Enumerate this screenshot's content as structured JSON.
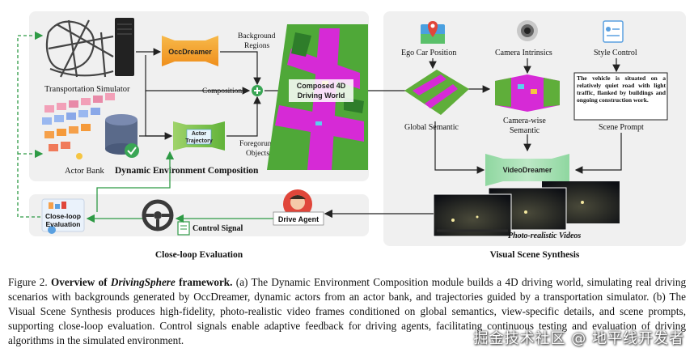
{
  "figure": {
    "panel_a": {
      "title": "Dynamic Environment Composition",
      "transportation_simulator": "Transportation Simulator",
      "actor_bank": "Actor Bank",
      "occdreamer": "OccDreamer",
      "background_line1": "Background",
      "background_line2": "Regions",
      "composition": "Composition",
      "actor_trajectory_line1": "Actor",
      "actor_trajectory_line2": "Trajectory",
      "foreground_line1": "Foregorund",
      "foreground_line2": "Objects",
      "world_line1": "Composed 4D",
      "world_line2": "Driving World"
    },
    "panel_b": {
      "title": "Visual Scene Synthesis",
      "ego_car_position": "Ego Car Position",
      "camera_intrinsics": "Camera Intrinsics",
      "style_control": "Style Control",
      "scene_prompt_text": "The vehicle is situated on a relatively quiet road with light traffic, flanked by buildings and ongoing construction work.",
      "scene_prompt": "Scene Prompt",
      "global_semantic": "Global Semantic",
      "camera_wise_line1": "Camera-wise",
      "camera_wise_line2": "Semantic",
      "videodreamer": "VideoDreamer",
      "photo_realistic": "Photo-realistic Videos"
    },
    "panel_c": {
      "title": "Close-loop Evaluation",
      "evaluation_line1": "Close-loop",
      "evaluation_line2": "Evaluation",
      "control_signal": "Control Signal",
      "drive_agent": "Drive Agent"
    }
  },
  "caption": {
    "prefix": "Figure 2.",
    "bold_a": "Overview of",
    "bold_name": "DrivingSphere",
    "bold_b": "framework.",
    "text": "(a) The Dynamic Environment Composition module builds a 4D driving world, simulating real driving scenarios with backgrounds generated by OccDreamer, dynamic actors from an actor bank, and trajectories guided by a transportation simulator. (b) The Visual Scene Synthesis produces high-fidelity, photo-realistic video frames conditioned on global semantics, view-specific details, and scene prompts, supporting close-loop evaluation. Control signals enable adaptive feedback for driving agents, facilitating continuous testing and evaluation of driving algorithms in the simulated environment."
  },
  "watermark": "掘金技术社区 @ 地平线开发者",
  "colors": {
    "panel_bg": "#f0f0f0",
    "occdreamer_orange": "#f5a32a",
    "trajectory_green": "#7dc242",
    "dashed_green": "#2e9a45",
    "semantic_magenta": "#d62ad6",
    "semantic_green": "#5fae3a"
  }
}
